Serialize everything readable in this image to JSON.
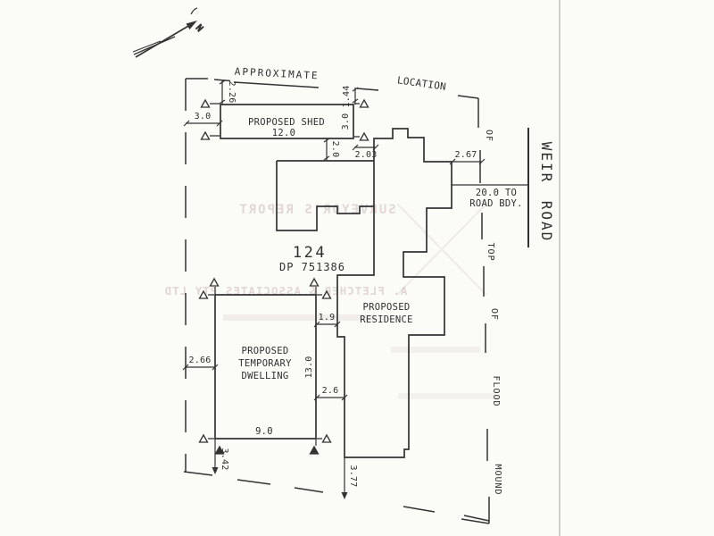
{
  "page": {
    "background": "#fbfbf8",
    "ink_color": "#333333",
    "bleed_color": "#a88484"
  },
  "north": {
    "label": "N"
  },
  "lot": {
    "number": "124",
    "plan": "DP 751386"
  },
  "boundary_words": {
    "approximate": "APPROXIMATE",
    "location": "LOCATION",
    "of_top": "OF",
    "top": "TOP",
    "of_mid": "OF",
    "flood": "FLOOD",
    "mound": "MOUND"
  },
  "road": {
    "name_word1": "WEIR",
    "name_word2": "ROAD",
    "setback_line1": "20.0 TO",
    "setback_line2": "ROAD BDY."
  },
  "shed": {
    "name": "PROPOSED SHED",
    "width": "12.0",
    "dim_offset_left": "3.0",
    "dim_top_left": "2.26",
    "dim_top_right": "1.44",
    "dim_depth": "3.0",
    "dim_gap_south": "2.0",
    "dim_gap_east": "2.03"
  },
  "residence": {
    "name_line1": "PROPOSED",
    "name_line2": "RESIDENCE",
    "dim_to_mound": "2.67",
    "dim_to_boundary_south": "3.77"
  },
  "dwelling": {
    "name_line1": "PROPOSED",
    "name_line2": "TEMPORARY",
    "name_line3": "DWELLING",
    "dim_offset_left": "2.66",
    "dim_gap_north": "1.9",
    "dim_gap_south": "2.6",
    "dim_depth": "13.0",
    "dim_width": "9.0",
    "dim_to_boundary_south": "3.42"
  },
  "bleedthrough": {
    "line1": "SURVEYOR'S REPORT",
    "line2": "A. FLETCHER & ASSOCIATES PTY LTD"
  }
}
